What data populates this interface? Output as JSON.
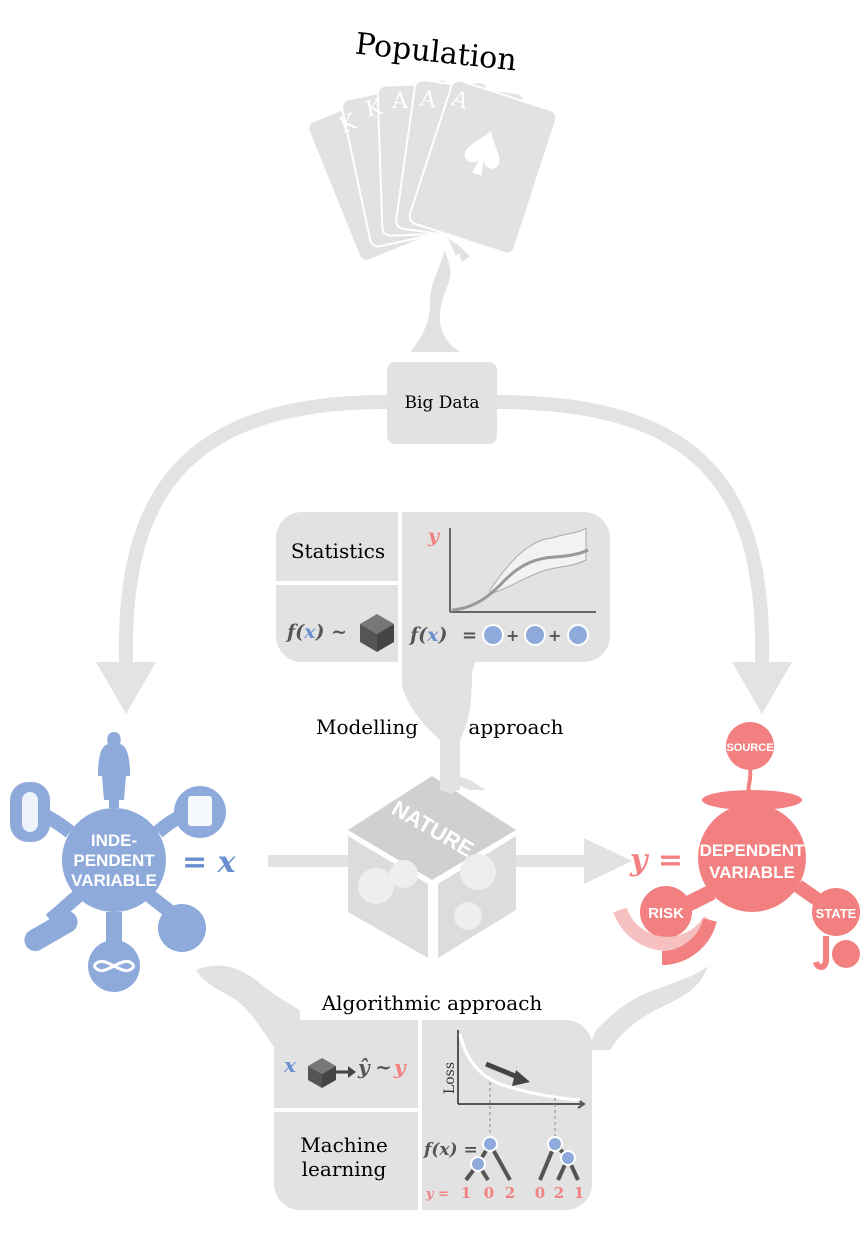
{
  "title": "Population",
  "big_data": "Big Data",
  "statistics": {
    "label": "Statistics",
    "y_axis": "y",
    "formula_left_f": "f(",
    "formula_left_x": "x",
    "formula_left_close": ") ~",
    "formula_right_f": "f(",
    "formula_right_x": "x",
    "formula_right_close": ")",
    "formula_right_eq": "=",
    "plus": "+"
  },
  "modelling": {
    "left": "Modelling",
    "right": "approach"
  },
  "nature": "NATURE",
  "independent": {
    "line1": "INDE-",
    "line2": "PENDENT",
    "line3": "VARIABLE",
    "eq": "= x"
  },
  "dependent": {
    "eq": "y =",
    "line1": "DEPENDENT",
    "line2": "VARIABLE",
    "source": "SOURCE",
    "risk": "RISK",
    "state": "STATE"
  },
  "algorithmic": "Algorithmic approach",
  "ml": {
    "label_line1": "Machine",
    "label_line2": "learning",
    "x": "x",
    "yhat": "ŷ",
    "tilde": "~",
    "y": "y",
    "loss": "Loss",
    "f_of_x": "f(x) =",
    "y_eq": "y =",
    "leaves_left": [
      "1",
      "0",
      "2"
    ],
    "leaves_right": [
      "0",
      "2",
      "1"
    ]
  },
  "colors": {
    "gray": "#e6e6e6",
    "dark": "#555555",
    "blue": "#8eaadb",
    "red": "#f28080"
  }
}
